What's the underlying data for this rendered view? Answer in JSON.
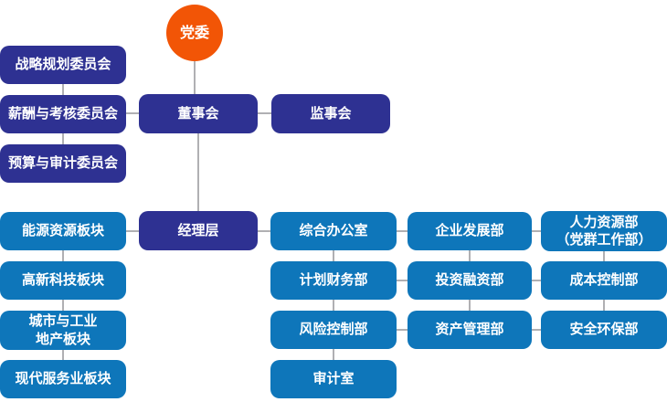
{
  "palette": {
    "navy": "#2e3192",
    "blue": "#0e76ba",
    "orange": "#f25506",
    "connector": "#b0b0b3",
    "text": "#ffffff",
    "background": "#ffffff"
  },
  "org": {
    "top": {
      "label": "党委"
    },
    "committees": [
      {
        "label": "战略规划委员会"
      },
      {
        "label": "薪酬与考核委员会"
      },
      {
        "label": "预算与审计委员会"
      }
    ],
    "board": {
      "label": "董事会"
    },
    "supervisory_board": {
      "label": "监事会"
    },
    "management": {
      "label": "经理层"
    },
    "business_segments": [
      {
        "label": "能源资源板块"
      },
      {
        "label": "高新科技板块"
      },
      {
        "line1": "城市与工业",
        "line2": "地产板块"
      },
      {
        "label": "现代服务业板块"
      }
    ],
    "departments_col1": [
      {
        "label": "综合办公室"
      },
      {
        "label": "计划财务部"
      },
      {
        "label": "风险控制部"
      },
      {
        "label": "审计室"
      }
    ],
    "departments_col2": [
      {
        "label": "企业发展部"
      },
      {
        "label": "投资融资部"
      },
      {
        "label": "资产管理部"
      }
    ],
    "departments_col3": [
      {
        "line1": "人力资源部",
        "line2": "（党群工作部）"
      },
      {
        "label": "成本控制部"
      },
      {
        "label": "安全环保部"
      }
    ]
  }
}
